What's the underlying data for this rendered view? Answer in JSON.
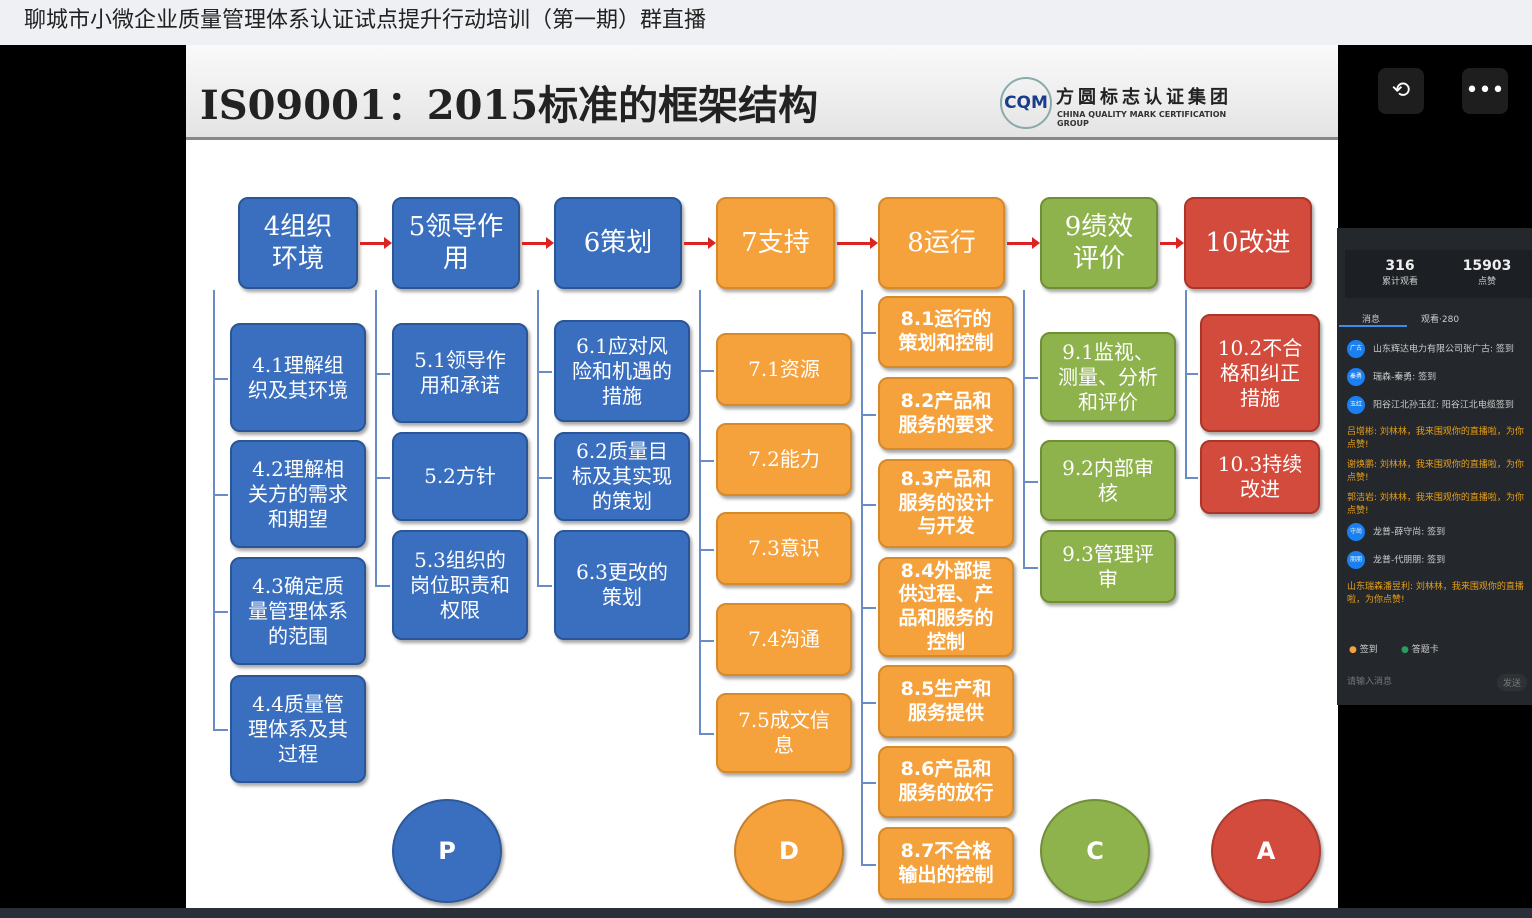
{
  "window": {
    "title": "聊城市小微企业质量管理体系认证试点提升行动培训（第一期）群直播"
  },
  "slide": {
    "title": "IS09001：2015标准的框架结构",
    "logo": {
      "seal": "CQM",
      "cn": "方圆标志认证集团",
      "en": "CHINA QUALITY MARK CERTIFICATION GROUP"
    },
    "columns": [
      {
        "label": "4组织环境",
        "color": "blue",
        "items": [
          "4.1理解组织及其环境",
          "4.2理解相关方的需求和期望",
          "4.3确定质量管理体系的范围",
          "4.4质量管理体系及其过程"
        ]
      },
      {
        "label": "5领导作用",
        "color": "blue",
        "items": [
          "5.1领导作用和承诺",
          "5.2方针",
          "5.3组织的岗位职责和权限"
        ]
      },
      {
        "label": "6策划",
        "color": "blue",
        "items": [
          "6.1应对风险和机遇的措施",
          "6.2质量目标及其实现的策划",
          "6.3更改的策划"
        ]
      },
      {
        "label": "7支持",
        "color": "orange",
        "items": [
          "7.1资源",
          "7.2能力",
          "7.3意识",
          "7.4沟通",
          "7.5成文信息"
        ]
      },
      {
        "label": "8运行",
        "color": "orange",
        "items": [
          "8.1运行的策划和控制",
          "8.2产品和服务的要求",
          "8.3产品和服务的设计与开发",
          "8.4外部提供过程、产品和服务的控制",
          "8.5生产和服务提供",
          "8.6产品和服务的放行",
          "8.7不合格输出的控制"
        ]
      },
      {
        "label": "9绩效评价",
        "color": "green",
        "items": [
          "9.1监视、测量、分析和评价",
          "9.2内部审核",
          "9.3管理评审"
        ]
      },
      {
        "label": "10改进",
        "color": "red",
        "items": [
          "10.2不合格和纠正措施",
          "10.3持续改进"
        ]
      }
    ],
    "pdca": [
      {
        "label": "P",
        "color": "#3a6fbf"
      },
      {
        "label": "D",
        "color": "#f5a13c"
      },
      {
        "label": "C",
        "color": "#8eb24c"
      },
      {
        "label": "A",
        "color": "#d24b3c"
      }
    ]
  },
  "panel": {
    "stats": [
      {
        "value": "316",
        "label": "累计观看"
      },
      {
        "value": "15903",
        "label": "点赞"
      }
    ],
    "tabs": [
      "消息",
      "观看·280"
    ],
    "messages": [
      {
        "avatar": "广古",
        "text": "山东辉达电力有限公司张广古: 签到",
        "type": "normal"
      },
      {
        "avatar": "秦勇",
        "text": "瑞森-秦勇: 签到",
        "type": "normal"
      },
      {
        "avatar": "玉红",
        "text": "阳谷江北孙玉红: 阳谷江北电缆签到",
        "type": "normal"
      },
      {
        "text": "吕增彬: 刘林林，我来围观你的直播啦，为你点赞!",
        "type": "gold"
      },
      {
        "text": "谢焕鹏: 刘林林，我来围观你的直播啦，为你点赞!",
        "type": "gold"
      },
      {
        "text": "郭洁岩: 刘林林，我来围观你的直播啦，为你点赞!",
        "type": "gold"
      },
      {
        "avatar": "守尚",
        "text": "龙普-薛守尚: 签到",
        "type": "normal"
      },
      {
        "avatar": "朋朋",
        "text": "龙普-代朋朋: 签到",
        "type": "normal"
      },
      {
        "text": "山东瑞森潘昱利: 刘林林，我来围观你的直播啦，为你点赞!",
        "type": "gold"
      }
    ],
    "actions": [
      "签到",
      "答题卡"
    ],
    "input_placeholder": "请输入消息",
    "send": "发送"
  },
  "controls": {
    "rotate_icon": "rotate-icon",
    "more_icon": "more-icon"
  }
}
